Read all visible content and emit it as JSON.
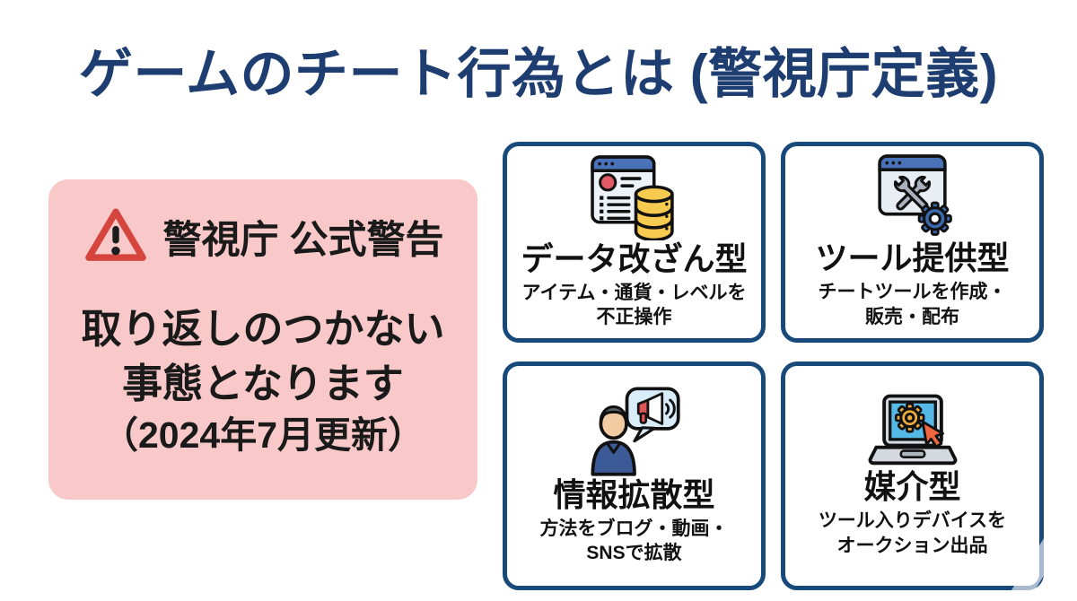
{
  "title": {
    "text": "ゲームのチート行為とは (警視庁定義)",
    "color": "#1E3E72"
  },
  "warning_panel": {
    "background": "#F9C9C9",
    "icon": "warning-triangle-icon",
    "icon_color": "#D6453D",
    "heading": "警視庁 公式警告",
    "lines": [
      "取り返しのつかない",
      "事態となります",
      "（2024年7月更新）"
    ]
  },
  "cards": [
    {
      "icon": "browser-database-icon",
      "title": "データ改ざん型",
      "subtitle_lines": [
        "アイテム・通貨・レベルを",
        "不正操作"
      ]
    },
    {
      "icon": "browser-tools-gear-icon",
      "title": "ツール提供型",
      "subtitle_lines": [
        "チートツールを作成・",
        "販売・配布"
      ]
    },
    {
      "icon": "person-megaphone-bubble-icon",
      "title": "情報拡散型",
      "subtitle_lines": [
        "方法をブログ・動画・",
        "SNSで拡散"
      ]
    },
    {
      "icon": "laptop-gear-cursor-icon",
      "title": "媒介型",
      "subtitle_lines": [
        "ツール入りデバイスを",
        "オークション出品"
      ]
    }
  ],
  "colors": {
    "card_border": "#17497B",
    "panel_pink": "#F9C9C9",
    "title_navy": "#1E3E72",
    "warning_red": "#D6453D",
    "icon_bar_blue": "#4A72B8",
    "database_yellow": "#F7CB4F",
    "gear_blue": "#3A69AE",
    "shirt_navy": "#3D5A98",
    "screen_cyan": "#55B9E8",
    "cursor_orange": "#F0663F",
    "text_black": "#111111"
  }
}
